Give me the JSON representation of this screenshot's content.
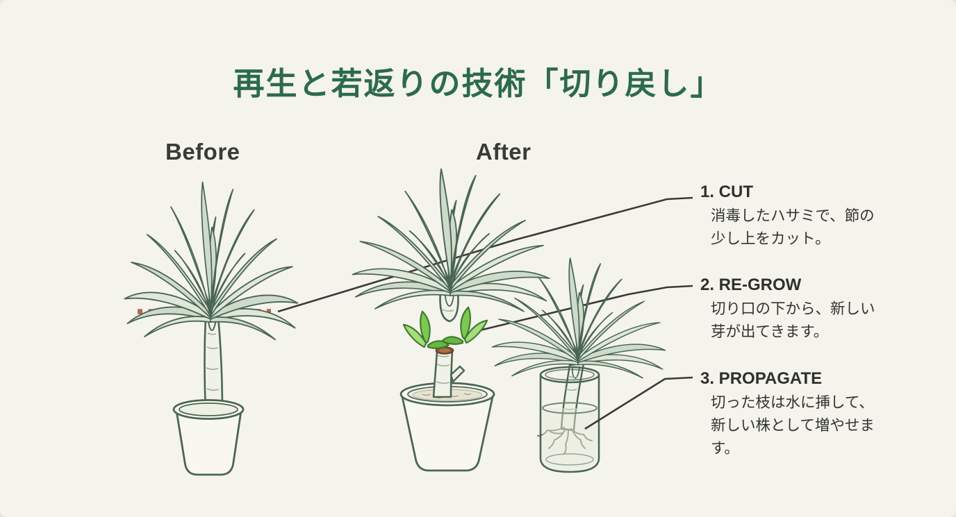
{
  "title": "再生と若返りの技術「切り戻し」",
  "labels": {
    "before": "Before",
    "after": "After"
  },
  "annotations": [
    {
      "title": "1. CUT",
      "body": "消毒したハサミで、節の\n少し上をカット。"
    },
    {
      "title": "2. RE-GROW",
      "body": "切り口の下から、新しい\n芽が出てきます。"
    },
    {
      "title": "3. PROPAGATE",
      "body": "切った枝は水に挿して、\n新しい株として増やせま\nす。"
    }
  ],
  "colors": {
    "background": "#f4f3ec",
    "title_green": "#2c6a4d",
    "text_dark": "#33332f",
    "leaf_fill": "#cfdbca",
    "leaf_fill_light": "#dfe7d8",
    "leaf_outline": "#4a6553",
    "trunk_fill": "#f0f2e7",
    "pot_fill": "#f8f8f1",
    "soil_fill": "#e6e4d1",
    "new_shoot_green": "#7cc94f",
    "cut_top_brown": "#8a5434",
    "cut_dotted_line": "#b5674a",
    "leader_line": "#3a3a36",
    "water_fill": "#e7ebdd"
  }
}
